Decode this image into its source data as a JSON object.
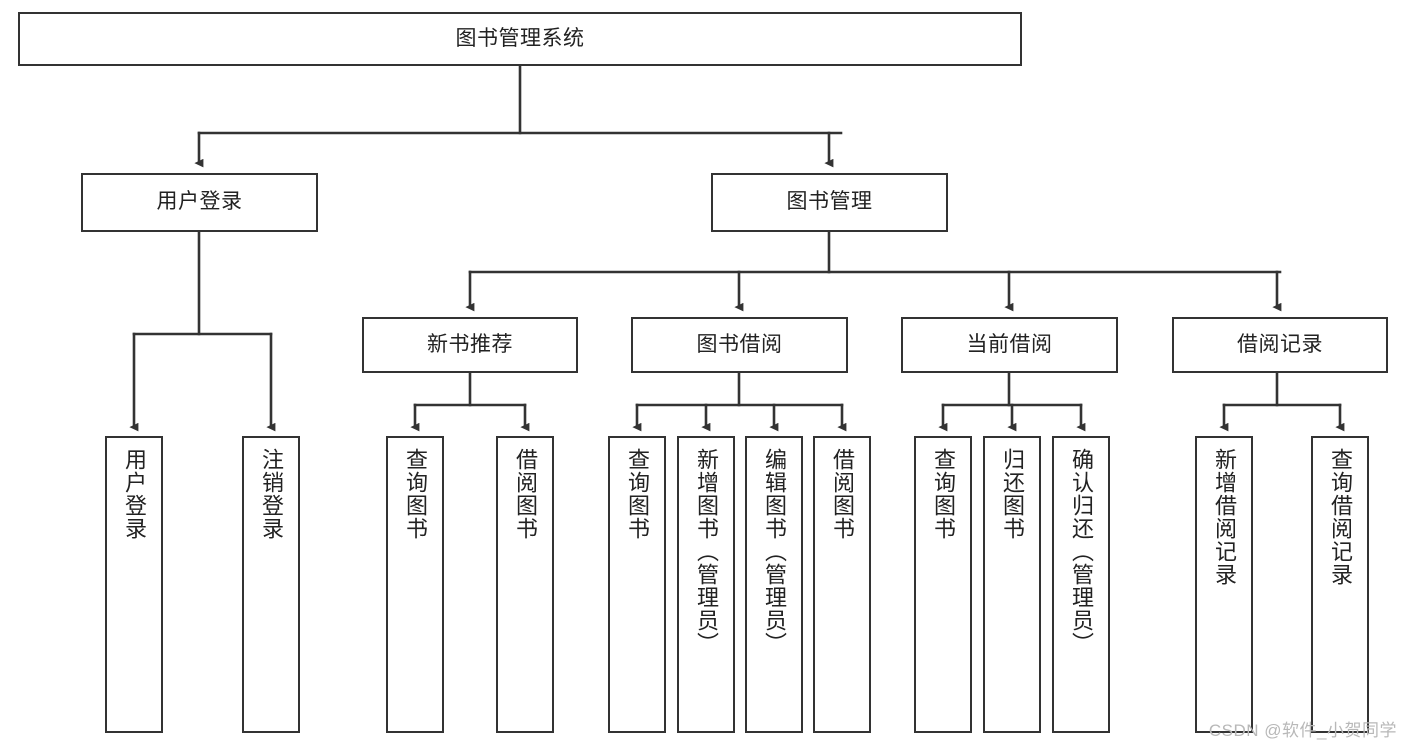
{
  "diagram": {
    "title": "图书管理系统",
    "type": "tree-hierarchy-chart",
    "colors": {
      "node_border": "#333333",
      "node_fill": "#ffffff",
      "edge": "#333333",
      "text": "#222222",
      "watermark": "#b8b8b8",
      "background": "#ffffff"
    },
    "levels": {
      "root": {
        "label": "图书管理系统"
      },
      "level2": [
        {
          "label": "用户登录"
        },
        {
          "label": "图书管理"
        }
      ],
      "level3": [
        {
          "label": "新书推荐"
        },
        {
          "label": "图书借阅"
        },
        {
          "label": "当前借阅"
        },
        {
          "label": "借阅记录"
        }
      ],
      "leaves": {
        "user_login": [
          {
            "label": "用户登录"
          },
          {
            "label": "注销登录"
          }
        ],
        "new_book_recommend": [
          {
            "label": "查询图书"
          },
          {
            "label": "借阅图书"
          }
        ],
        "book_borrow": [
          {
            "label": "查询图书"
          },
          {
            "label": "新增图书（管理员）"
          },
          {
            "label": "编辑图书（管理员）"
          },
          {
            "label": "借阅图书"
          }
        ],
        "current_borrow": [
          {
            "label": "查询图书"
          },
          {
            "label": "归还图书"
          },
          {
            "label": "确认归还（管理员）"
          }
        ],
        "borrow_record": [
          {
            "label": "新增借阅记录"
          },
          {
            "label": "查询借阅记录"
          }
        ]
      }
    },
    "watermark": "CSDN @软件_小贺同学"
  }
}
